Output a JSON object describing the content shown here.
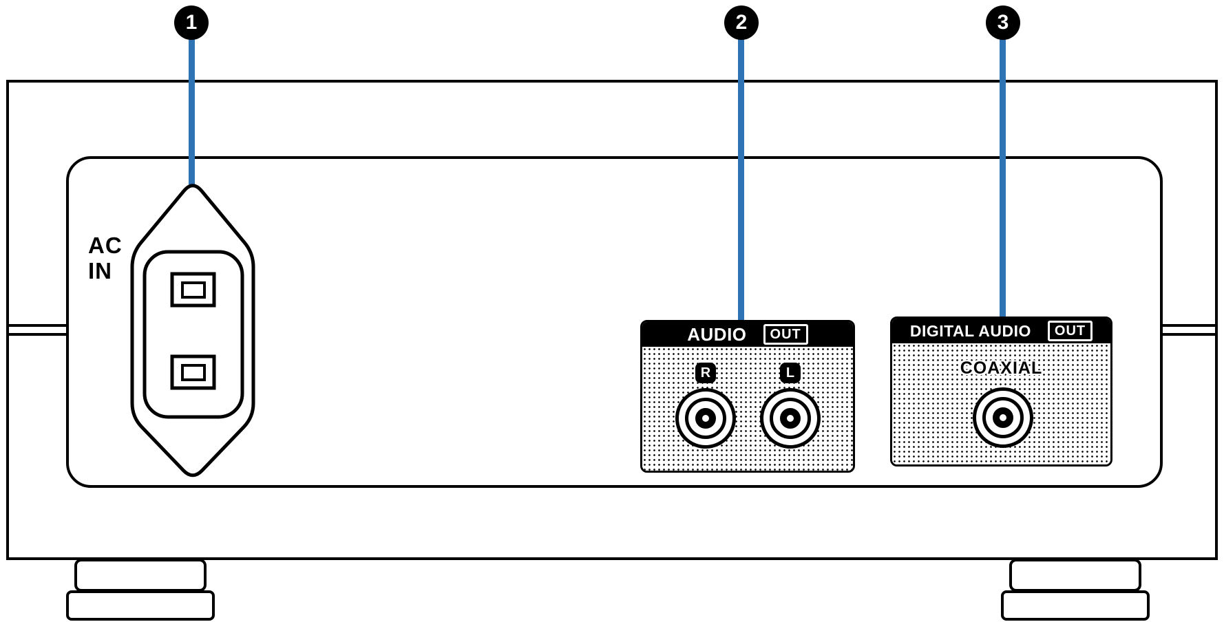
{
  "diagram": {
    "accent_color": "#2e74b5",
    "callouts": [
      {
        "number": "1",
        "target": "ac-inlet"
      },
      {
        "number": "2",
        "target": "audio-out"
      },
      {
        "number": "3",
        "target": "digital-audio-out"
      }
    ],
    "ac_inlet": {
      "label_line1": "AC",
      "label_line2": "IN"
    },
    "audio_out": {
      "title": "AUDIO",
      "badge": "OUT",
      "right_label": "R",
      "left_label": "L"
    },
    "digital_out": {
      "title": "DIGITAL AUDIO",
      "badge": "OUT",
      "connector_label": "COAXIAL"
    }
  }
}
